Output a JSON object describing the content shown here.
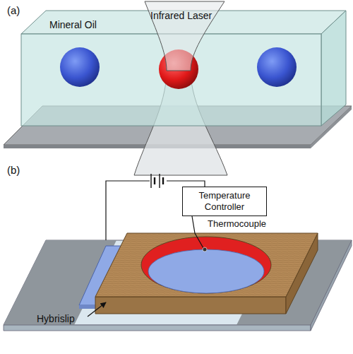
{
  "diagram": {
    "nodes": [
      {
        "text": [
          "Temperature Controller"
        ]
      }
    ],
    "labels": [
      "(a)",
      "Infrared Laser",
      "Mineral Oil",
      "(b)",
      "Thermocouple",
      "Hybrislip"
    ]
  }
}
